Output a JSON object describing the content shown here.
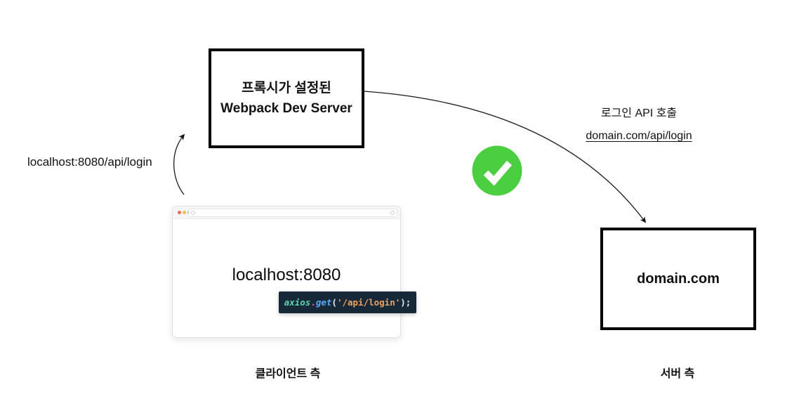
{
  "colors": {
    "check_green": "#4CCE41",
    "code_bg": "#172839",
    "traffic_red": "#EE6A5F",
    "traffic_yellow": "#F5BD4F",
    "traffic_green": "#61C454"
  },
  "proxy_box": {
    "line1": "프록시가 설정된",
    "line2": "Webpack Dev Server"
  },
  "client_request_label": "localhost:8080/api/login",
  "server_request": {
    "title": "로그인 API 호출",
    "url": "domain.com/api/login"
  },
  "server_box": {
    "label": "domain.com"
  },
  "browser": {
    "page_title": "localhost:8080",
    "code_tokens": [
      {
        "text": "axios",
        "color": "#5ED4AC"
      },
      {
        "text": ".",
        "color": "#F2579E"
      },
      {
        "text": "get",
        "color": "#57A9F4"
      },
      {
        "text": "(",
        "color": "#E9EDF1"
      },
      {
        "text": "'/api/login'",
        "color": "#EFA35D"
      },
      {
        "text": ")",
        "color": "#E9EDF1"
      },
      {
        "text": ";",
        "color": "#E9EDF1"
      }
    ]
  },
  "footer": {
    "client_label": "클라이언트 측",
    "server_label": "서버 측"
  }
}
